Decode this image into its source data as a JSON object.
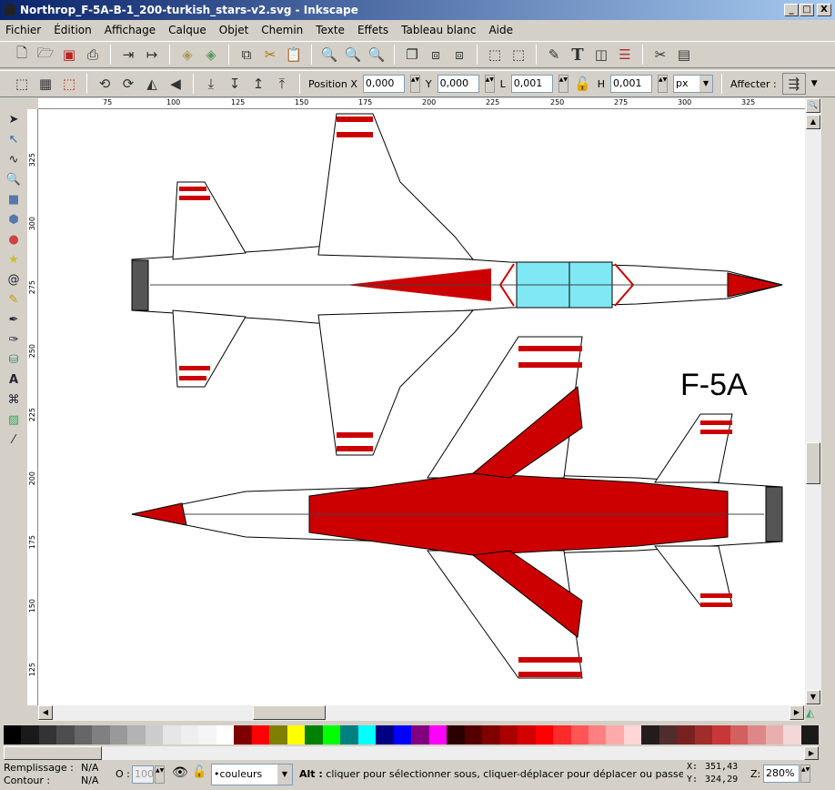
{
  "window": {
    "title": "Northrop_F-5A-B-1_200-turkish_stars-v2.svg - Inkscape",
    "min": "_",
    "max": "□",
    "close": "X"
  },
  "menu": [
    "Fichier",
    "Édition",
    "Affichage",
    "Calque",
    "Objet",
    "Chemin",
    "Texte",
    "Effets",
    "Tableau blanc",
    "Aide"
  ],
  "toolbar2": {
    "x_label": "Position X",
    "x": "0,000",
    "y_label": "Y",
    "y": "0,000",
    "w_label": "L",
    "w": "0,001",
    "h_label": "H",
    "h": "0,001",
    "unit": "px",
    "affect_label": "Affecter :"
  },
  "ruler_top": [
    "75",
    "100",
    "125",
    "150",
    "175",
    "200",
    "225",
    "250",
    "275",
    "300",
    "325"
  ],
  "ruler_left": [
    "325",
    "300",
    "275",
    "250",
    "225",
    "200",
    "175",
    "150",
    "125"
  ],
  "canvas": {
    "label": "F-5A"
  },
  "palette": [
    "#000000",
    "#1a1a1a",
    "#333333",
    "#4d4d4d",
    "#666666",
    "#808080",
    "#999999",
    "#b3b3b3",
    "#cccccc",
    "#e6e6e6",
    "#eeeeee",
    "#f5f5f5",
    "#ffffff",
    "#800000",
    "#ff0000",
    "#808000",
    "#ffff00",
    "#008000",
    "#00ff00",
    "#008080",
    "#00ffff",
    "#000080",
    "#0000ff",
    "#800080",
    "#ff00ff",
    "#2b0000",
    "#550000",
    "#800000",
    "#aa0000",
    "#d40000",
    "#ff0000",
    "#ff2a2a",
    "#ff5555",
    "#ff8080",
    "#ffaaaa",
    "#ffd5d5",
    "#241c1c",
    "#502d2d",
    "#782121",
    "#a02c2c",
    "#c83737",
    "#d35f5f",
    "#de8787",
    "#e9afaf",
    "#f4d7d7",
    "#1a1a1a"
  ],
  "status": {
    "fill_label": "Remplissage :",
    "fill": "N/A",
    "stroke_label": "Contour :",
    "stroke": "N/A",
    "opacity_label": "O :",
    "opacity": "100",
    "layer": "•couleurs",
    "message_bold": "Alt :",
    "message": " cliquer pour sélectionner sous, cliquer-déplacer pour déplacer ou passer en « touch",
    "x_label": "X:",
    "x": "351,43",
    "y_label": "Y:",
    "y": "324,29",
    "zoom_label": "Z:",
    "zoom": "280%"
  }
}
